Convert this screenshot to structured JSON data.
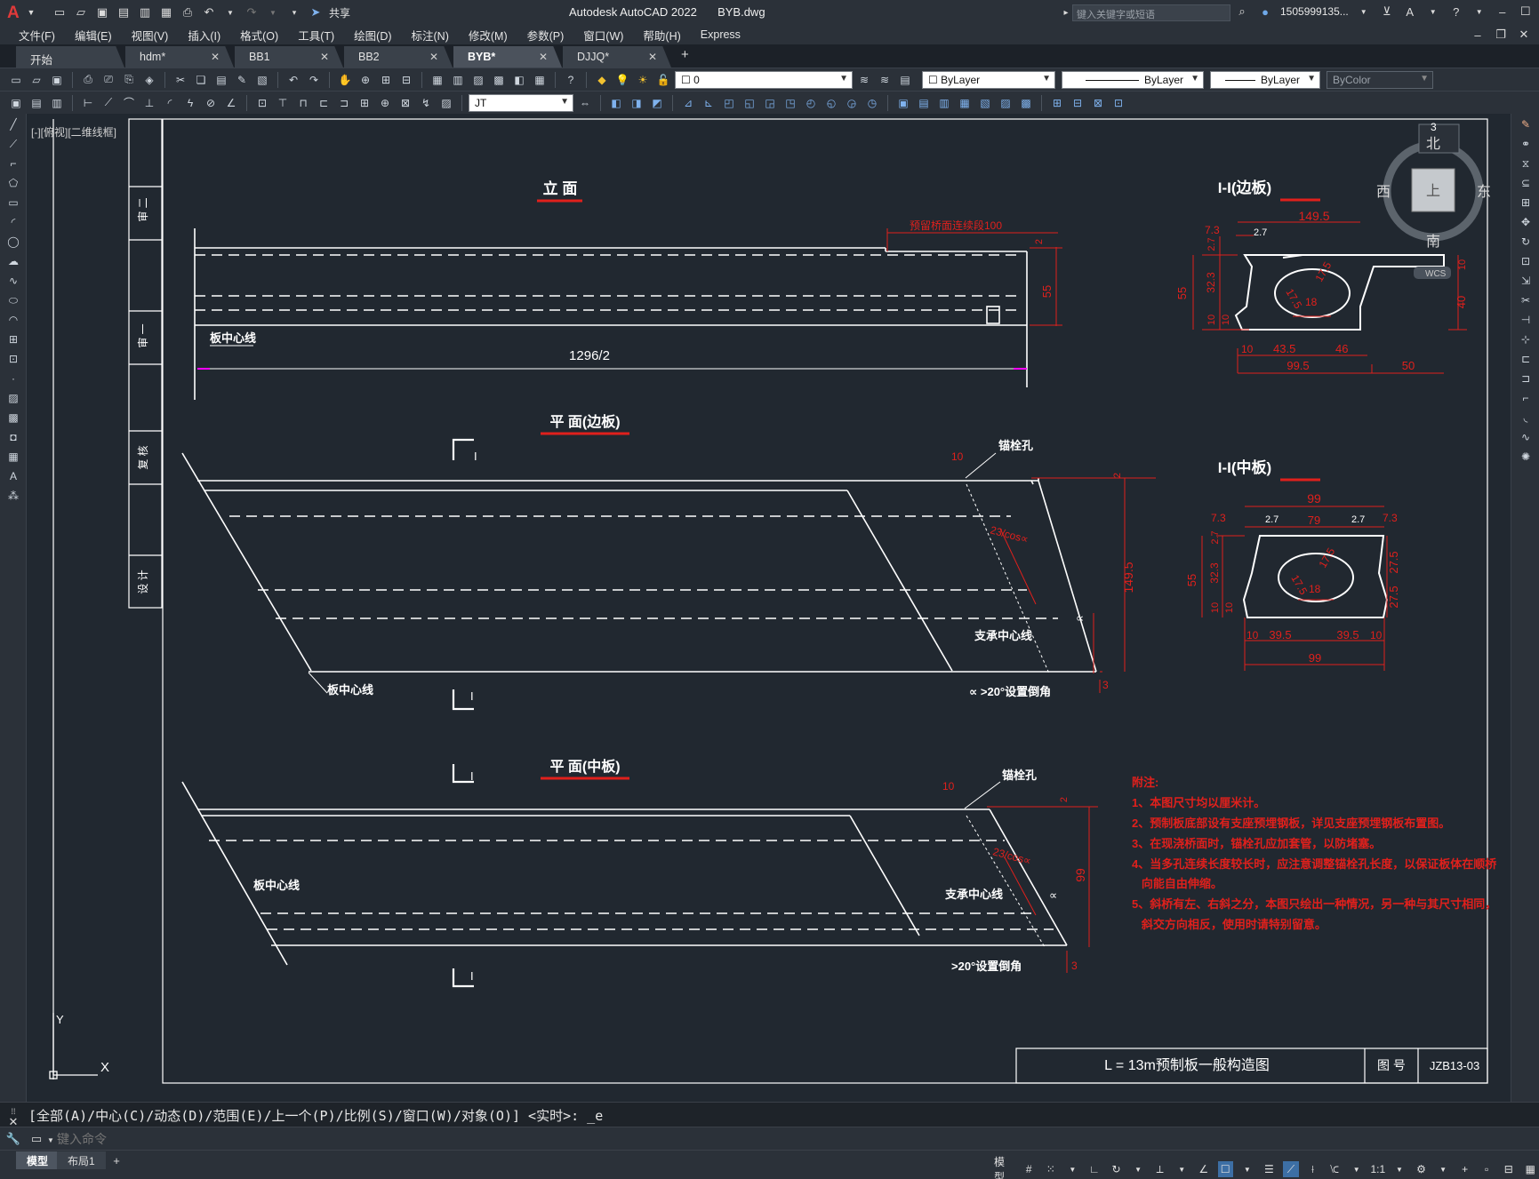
{
  "titlebar": {
    "app_title": "Autodesk AutoCAD 2022",
    "filename": "BYB.dwg",
    "share_label": "共享",
    "search_placeholder": "键入关键字或短语",
    "user": "1505999135..."
  },
  "menu": [
    "文件(F)",
    "编辑(E)",
    "视图(V)",
    "插入(I)",
    "格式(O)",
    "工具(T)",
    "绘图(D)",
    "标注(N)",
    "修改(M)",
    "参数(P)",
    "窗口(W)",
    "帮助(H)",
    "Express"
  ],
  "file_tabs": [
    {
      "label": "开始",
      "active": false,
      "closable": false
    },
    {
      "label": "hdm*",
      "active": false,
      "closable": true
    },
    {
      "label": "BB1",
      "active": false,
      "closable": true
    },
    {
      "label": "BB2",
      "active": false,
      "closable": true
    },
    {
      "label": "BYB*",
      "active": true,
      "closable": true
    },
    {
      "label": "DJJQ*",
      "active": false,
      "closable": true
    }
  ],
  "properties": {
    "layer": "0",
    "color": "ByLayer",
    "linetype": "ByLayer",
    "lineweight": "ByLayer",
    "plotstyle": "ByColor",
    "dimstyle": "JT"
  },
  "viewport_label": "[-][俯视][二维线框]",
  "viewcube": {
    "top": "北",
    "bottom": "南",
    "left": "西",
    "right": "东",
    "face": "上",
    "wcs": "WCS"
  },
  "drawing": {
    "elevation_title": "立  面",
    "elevation_dim_top": "预留桥面连续段100",
    "elevation_length": "1296/2",
    "elevation_height": "55",
    "elevation_top_dim": "2",
    "center_line": "板中心线",
    "plan_edge_title": "平  面(边板)",
    "plan_mid_title": "平  面(中板)",
    "anchor_hole": "锚栓孔",
    "support_center": "支承中心线",
    "chamfer_note_edge": "∝ >20°设置倒角",
    "chamfer_note_mid": ">20°设置倒角",
    "cos_dim": "23/cos∝",
    "alpha": "∝",
    "dim_10": "10",
    "dim_2": "2",
    "dim_3": "3",
    "dim_1495": "149.5",
    "dim_99": "99",
    "section_mark": "I",
    "sec_edge_title": "I-I(边板)",
    "sec_mid_title": "I-I(中板)",
    "sec_edge_dims": {
      "top": "149.5",
      "d73": "7.3",
      "d27": "2.7",
      "h55": "55",
      "h27": "2.7",
      "h323": "32.3",
      "h10a": "10",
      "h10b": "10",
      "b10": "10",
      "b435": "43.5",
      "b46": "46",
      "b995": "99.5",
      "b50": "50",
      "r40": "40",
      "r10": "10",
      "c175a": "17.5",
      "c175b": "17.5",
      "c18": "18"
    },
    "sec_mid_dims": {
      "top": "99",
      "d73a": "7.3",
      "d27a": "2.7",
      "d79": "79",
      "d27b": "2.7",
      "d73b": "7.3",
      "h55": "55",
      "h27": "2.7",
      "h323": "32.3",
      "h10a": "10",
      "h10b": "10",
      "r275a": "27.5",
      "r275b": "27.5",
      "b10a": "10",
      "b395a": "39.5",
      "b395b": "39.5",
      "b10b": "10",
      "b99": "99",
      "c175a": "17.5",
      "c175b": "17.5",
      "c18": "18"
    },
    "notes_title": "附注:",
    "notes": [
      "1、本图尺寸均以厘米计。",
      "2、预制板底部设有支座预埋钢板，详见支座预埋钢板布置图。",
      "3、在现浇桥面时，锚栓孔应加套管，以防堵塞。",
      "4、当多孔连续长度较长时，应注意调整锚栓孔长度，以保证板体在顺桥",
      "   向能自由伸缩。",
      "5、斜桥有左、右斜之分，本图只绘出一种情况，另一种与其尺寸相同，",
      "   斜交方向相反，使用时请特别留意。"
    ],
    "titleblock_name": "L = 13m预制板一般构造图",
    "titleblock_label": "图  号",
    "titleblock_number": "JZB13-03",
    "side_marks": [
      "审 二",
      "审 一",
      "复 核",
      "设 计"
    ],
    "ucs_y": "Y",
    "ucs_x": "X"
  },
  "command": {
    "history": "[全部(A)/中心(C)/动态(D)/范围(E)/上一个(P)/比例(S)/窗口(W)/对象(O)] <实时>: _e",
    "placeholder": "键入命令"
  },
  "status": {
    "layout_tabs": [
      "模型",
      "布局1"
    ],
    "model_label": "模型",
    "scale": "1:1"
  },
  "colors": {
    "bg": "#212830",
    "line": "#ffffff",
    "red": "#e0201c",
    "panel": "#2b3139",
    "magenta": "#ff00ff"
  }
}
